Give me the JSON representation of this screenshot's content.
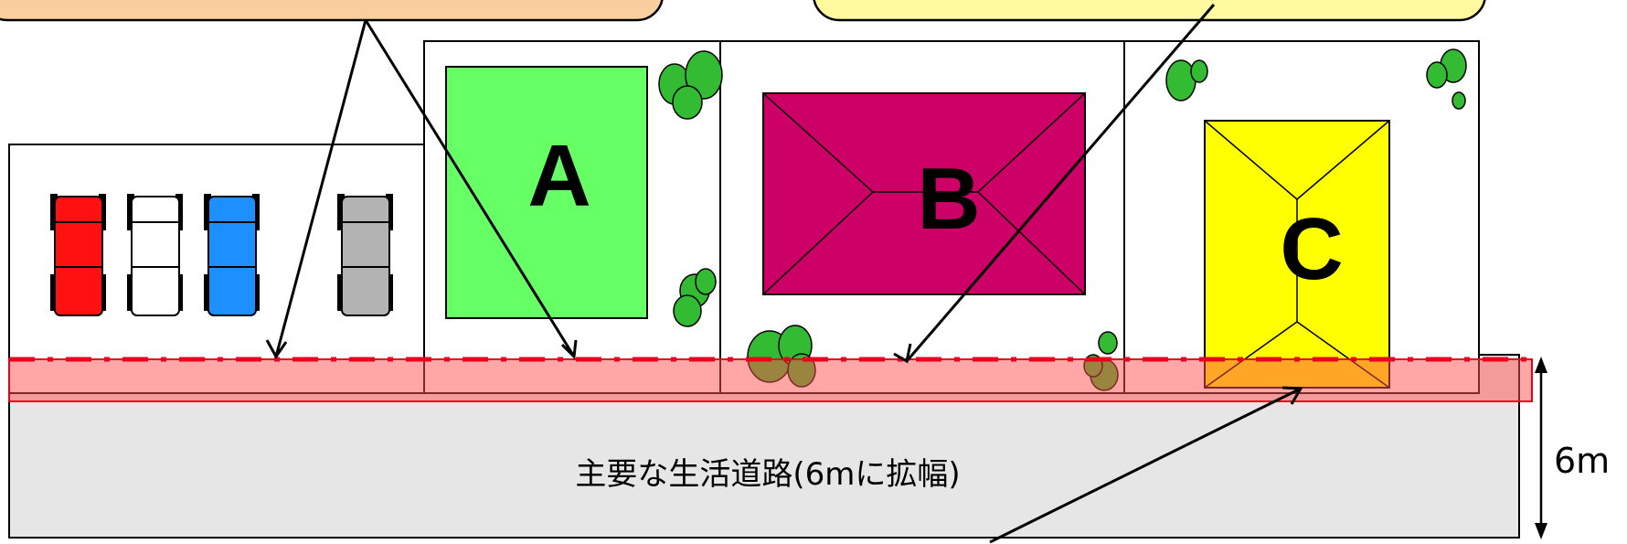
{
  "lots": {
    "a_label": "A",
    "b_label": "B",
    "c_label": "C"
  },
  "road": {
    "label": "主要な生活道路(6mに拡幅)",
    "width_label": "6m"
  },
  "colors": {
    "lot_a_building": "#66ff66",
    "lot_b_roof": "#cc0066",
    "lot_c_roof": "#ffff00",
    "widening_strip": "#f4a0a0",
    "road_surface": "#e6e6e6",
    "setback_line": "#e8001c",
    "tree": "#33bb33",
    "callout_left_fill": "#f9cfa0",
    "callout_right_fill": "#fffaa0"
  },
  "cars": [
    "red",
    "white",
    "blue",
    "gray"
  ]
}
